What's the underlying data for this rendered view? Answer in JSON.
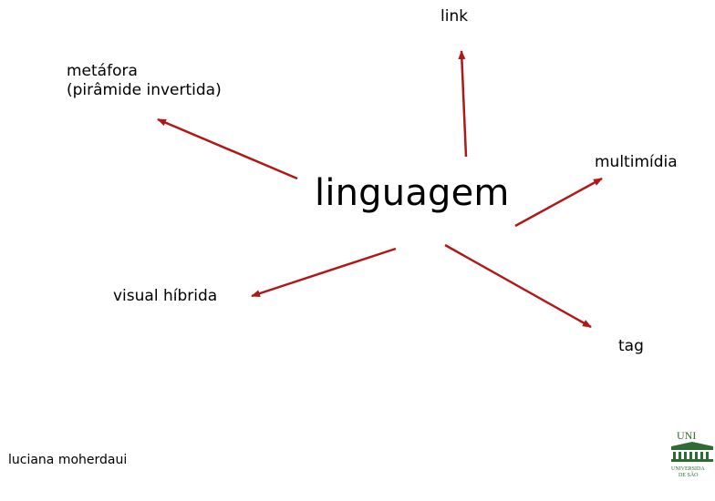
{
  "colors": {
    "arrow": "#b01818",
    "text": "#000000",
    "logo": "#2f6b34",
    "background": "#ffffff"
  },
  "center": {
    "label": "linguagem"
  },
  "nodes": {
    "link": "link",
    "metafora": {
      "line1": "metáfora",
      "line2": "(pirâmide invertida)"
    },
    "multimidia": "multimídia",
    "visual": "visual híbrida",
    "tag": "tag"
  },
  "author": "luciana moherdaui",
  "logo": {
    "text_top": "UNI",
    "text_line1": "UNIVERSIDA",
    "text_line2": "DE SÃO"
  }
}
